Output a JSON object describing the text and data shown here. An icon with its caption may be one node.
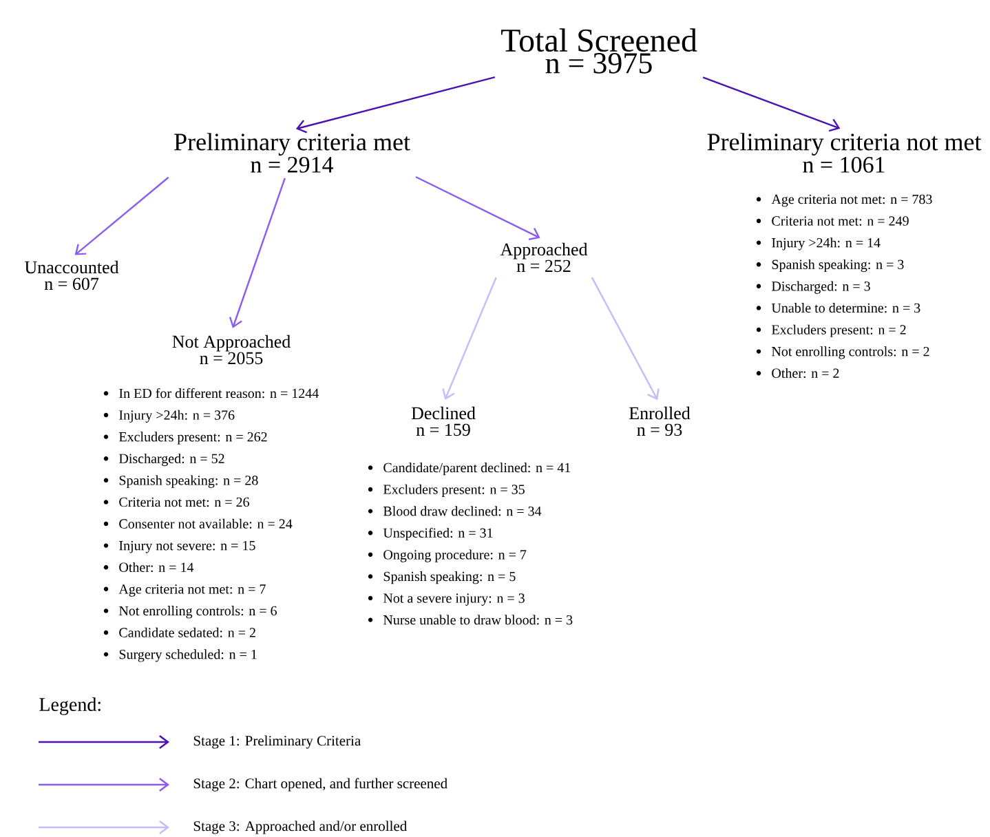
{
  "diagram": {
    "nodes": [
      {
        "text": [
          "Total Screened",
          "n = 3975"
        ]
      },
      {
        "text": [
          "Preliminary criteria met",
          "n = 2914"
        ]
      },
      {
        "text": [
          "Preliminary criteria not met",
          "n = 1061"
        ],
        "beside": [
          "Age criteria not met: n = 783",
          "Criteria not met: n = 249",
          "Injury >24h: n = 14",
          "Spanish speaking: n = 3",
          "Discharged: n = 3",
          "Unable to determine: n = 3",
          "Excluders present: n = 2",
          "Not enrolling controls: n = 2",
          "Other: n = 2"
        ]
      },
      {
        "text": [
          "Unaccounted",
          "n = 607"
        ]
      },
      {
        "text": [
          "Not Approached",
          "n = 2055"
        ],
        "beside": [
          "In ED for different reason: n = 1244",
          "Injury >24h: n = 376",
          "Excluders present: n = 262",
          "Discharged: n = 52",
          "Spanish speaking: n = 28",
          "Criteria not met: n = 26",
          "Consenter not available: n = 24",
          "Injury not severe: n = 15",
          "Other: n = 14",
          "Age criteria not met: n = 7",
          "Not enrolling controls: n = 6",
          "Candidate sedated: n = 2",
          "Surgery scheduled: n = 1"
        ]
      },
      {
        "text": [
          "Approached",
          "n = 252"
        ]
      },
      {
        "text": [
          "Declined",
          "n = 159"
        ],
        "beside": [
          "Candidate/parent declined: n = 41",
          "Excluders present: n = 35",
          "Blood draw declined: n = 34",
          "Unspecified: n = 31",
          "Ongoing procedure: n = 7",
          "Spanish speaking: n = 5",
          "Not a severe injury: n = 3",
          "Nurse unable to draw blood: n = 3"
        ]
      },
      {
        "text": [
          "Enrolled",
          "n = 93"
        ]
      }
    ],
    "edges": [
      {
        "from": 0,
        "to": 1,
        "arrow": "to",
        "color": "#4a12b0"
      },
      {
        "from": 0,
        "to": 2,
        "arrow": "to",
        "color": "#4a12b0"
      },
      {
        "from": 1,
        "to": 3,
        "arrow": "to",
        "color": "#8b5cf0"
      },
      {
        "from": 1,
        "to": 4,
        "arrow": "to",
        "color": "#8b5cf0"
      },
      {
        "from": 1,
        "to": 5,
        "arrow": "to",
        "color": "#8b5cf0"
      },
      {
        "from": 5,
        "to": 6,
        "arrow": "to",
        "color": "#c2bdfb"
      },
      {
        "from": 5,
        "to": 7,
        "arrow": "to",
        "color": "#c2bdfb"
      }
    ],
    "labels": [
      "Legend:"
    ],
    "legend": [
      {
        "text": "Stage 1: Preliminary Criteria",
        "color": "#4a12b0"
      },
      {
        "text": "Stage 2: Chart opened, and further screened",
        "color": "#8b5cf0"
      },
      {
        "text": "Stage 3: Approached and/or enrolled",
        "color": "#c2bdfb"
      }
    ]
  }
}
